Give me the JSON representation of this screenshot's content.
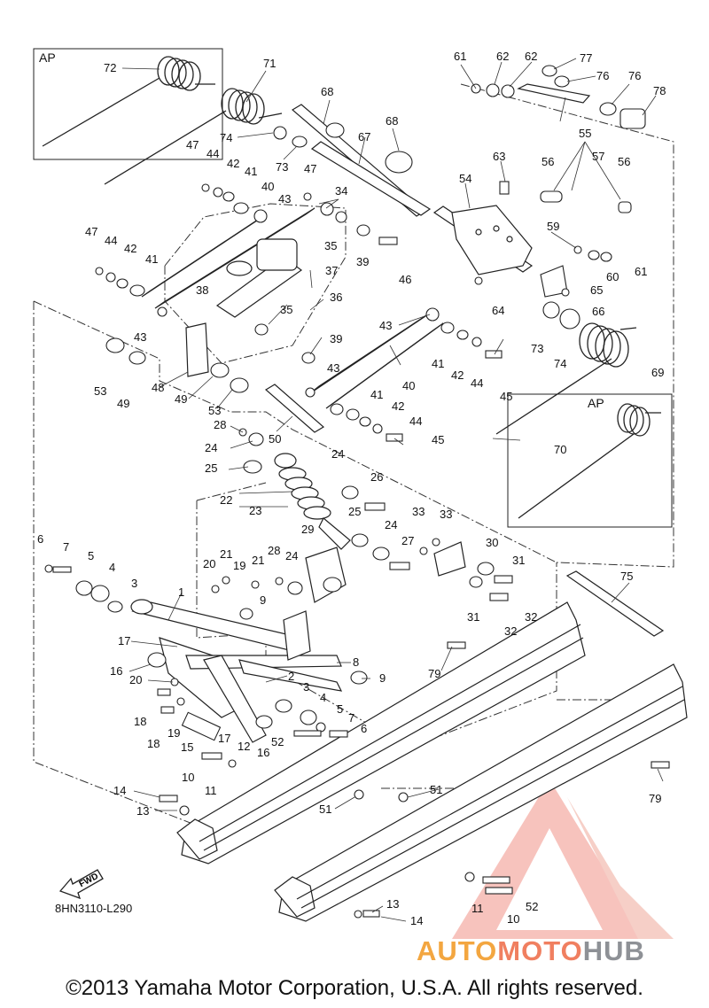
{
  "diagram": {
    "drawing_code": "8HN3110-L290",
    "copyright": "©2013 Yamaha Motor Corporation, U.S.A. All rights reserved.",
    "fwd_label": "FWD",
    "inset_label": "AP",
    "watermark": {
      "part1": "AUTO",
      "part2": "MOTO",
      "part3": "HUB"
    },
    "colors": {
      "line": "#222222",
      "watermark_orange": "#f3a640",
      "watermark_red": "#f07f60",
      "watermark_gray": "#8e9196"
    }
  },
  "callouts": {
    "c1": "1",
    "c2": "2",
    "c3": "3",
    "c4": "4",
    "c5": "5",
    "c6": "6",
    "c7": "7",
    "c8": "8",
    "c9": "9",
    "c10": "10",
    "c11": "11",
    "c12": "12",
    "c13": "13",
    "c14": "14",
    "c15": "15",
    "c16": "16",
    "c17": "17",
    "c18": "18",
    "c19": "19",
    "c20": "20",
    "c21": "21",
    "c22": "22",
    "c23": "23",
    "c24": "24",
    "c25": "25",
    "c26": "26",
    "c27": "27",
    "c28": "28",
    "c29": "29",
    "c30": "30",
    "c31": "31",
    "c32": "32",
    "c33": "33",
    "c34": "34",
    "c35": "35",
    "c36": "36",
    "c37": "37",
    "c38": "38",
    "c39": "39",
    "c40": "40",
    "c41": "41",
    "c42": "42",
    "c43": "43",
    "c44": "44",
    "c45": "45",
    "c46": "46",
    "c47": "47",
    "c48": "48",
    "c49": "49",
    "c50": "50",
    "c51": "51",
    "c52": "52",
    "c53": "53",
    "c54": "54",
    "c55": "55",
    "c56": "56",
    "c57": "57",
    "c59": "59",
    "c60": "60",
    "c61": "61",
    "c62": "62",
    "c63": "63",
    "c64": "64",
    "c65": "65",
    "c66": "66",
    "c67": "67",
    "c68": "68",
    "c69": "69",
    "c70": "70",
    "c71": "71",
    "c72": "72",
    "c73": "73",
    "c74": "74",
    "c75": "75",
    "c76": "76",
    "c77": "77",
    "c78": "78",
    "c79": "79"
  }
}
